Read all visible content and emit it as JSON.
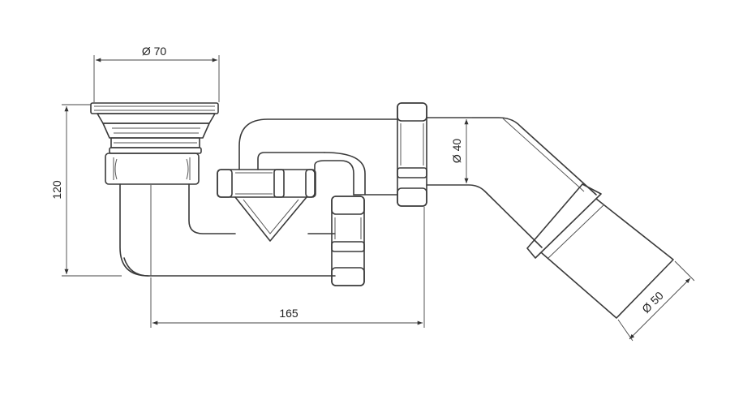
{
  "dimensions": {
    "top_diameter": "Ø 70",
    "height": "120",
    "length": "165",
    "pipe_diameter_small": "Ø 40",
    "pipe_diameter_large": "Ø 50"
  },
  "colors": {
    "line": "#3a3a3a",
    "background": "#ffffff"
  }
}
